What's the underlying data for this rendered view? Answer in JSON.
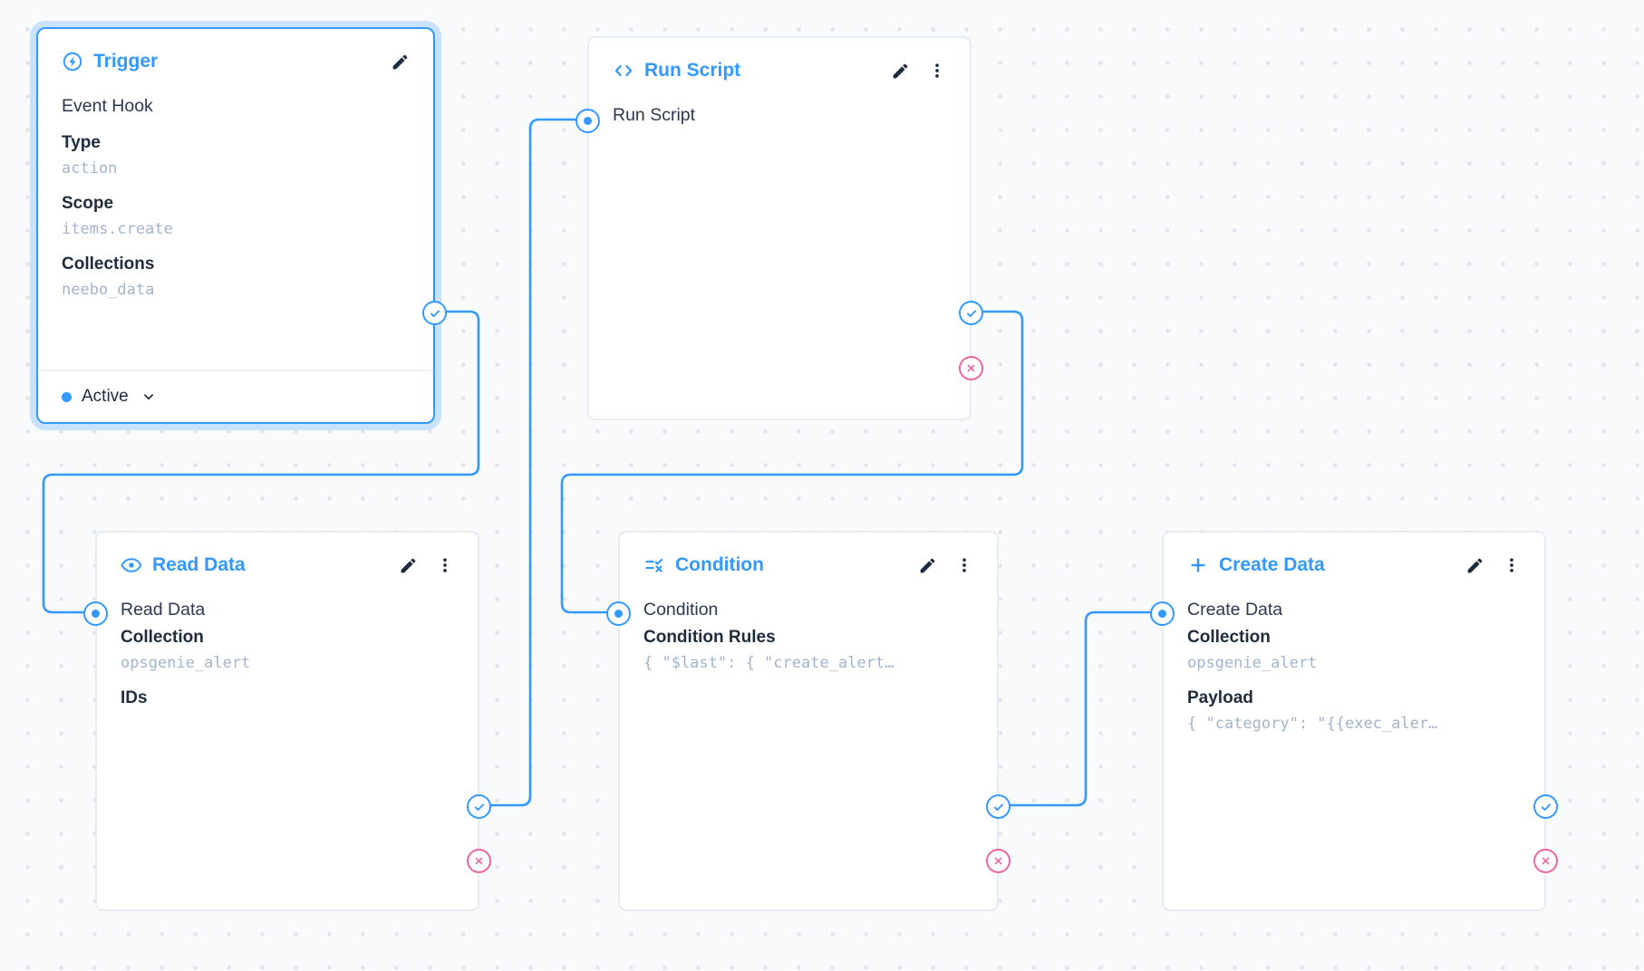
{
  "colors": {
    "accent": "#3399ff",
    "danger": "#ec64a4",
    "value_text": "#a2b5cd"
  },
  "icons": {
    "trigger": "bolt-circle-icon",
    "run_script": "code-icon",
    "read_data": "eye-icon",
    "condition": "rule-icon",
    "create_data": "plus-icon",
    "edit": "pencil-icon",
    "menu": "kebab-menu-icon",
    "resolve": "check-circle-icon",
    "reject": "x-circle-icon",
    "input": "radio-dot-icon"
  },
  "nodes": {
    "trigger": {
      "title": "Trigger",
      "subtitle": "Event Hook",
      "fields": [
        {
          "label": "Type",
          "value": "action"
        },
        {
          "label": "Scope",
          "value": "items.create"
        },
        {
          "label": "Collections",
          "value": "neebo_data"
        }
      ],
      "status": "Active",
      "selected": true
    },
    "run_script": {
      "title": "Run Script",
      "input_label": "Run Script"
    },
    "read_data": {
      "title": "Read Data",
      "input_label": "Read Data",
      "fields": [
        {
          "label": "Collection",
          "value": "opsgenie_alert"
        },
        {
          "label": "IDs",
          "value": ""
        }
      ]
    },
    "condition": {
      "title": "Condition",
      "input_label": "Condition",
      "fields": [
        {
          "label": "Condition Rules",
          "value": "{ \"$last\": { \"create_alert…"
        }
      ]
    },
    "create_data": {
      "title": "Create Data",
      "input_label": "Create Data",
      "fields": [
        {
          "label": "Collection",
          "value": "opsgenie_alert"
        },
        {
          "label": "Payload",
          "value": "{ \"category\": \"{{exec_aler…"
        }
      ]
    }
  }
}
